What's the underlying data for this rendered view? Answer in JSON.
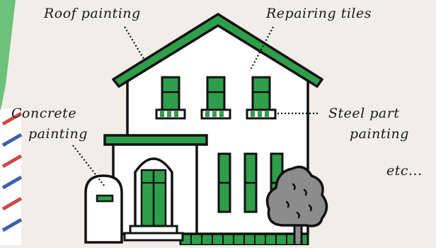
{
  "labels": {
    "roof": "Roof painting",
    "tiles": "Repairing tiles",
    "concrete_line1": "Concrete",
    "concrete_line2": "painting",
    "steel_line1": "Steel part",
    "steel_line2": "painting",
    "etc": "etc..."
  },
  "colors": {
    "background": "#f1ede7",
    "green": "#2f9e4a",
    "outline": "#111111",
    "wall": "#ffffff",
    "tree": "#8c8c8c",
    "accent_strip": "#6cc27a"
  },
  "icons": {
    "house": "house-illustration",
    "tree": "bush-icon",
    "mailbox": "gate-post-icon"
  }
}
